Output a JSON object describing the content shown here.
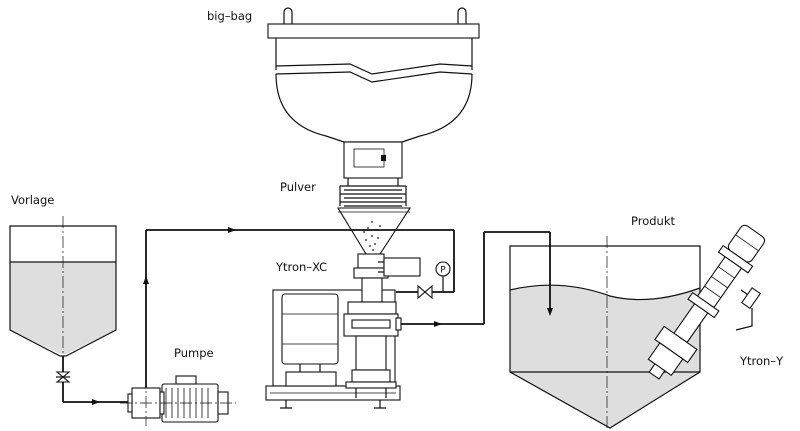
{
  "labels": {
    "big_bag": "big–bag",
    "pulver": "Pulver",
    "vorlage": "Vorlage",
    "ytron_xc": "Ytron–XC",
    "produkt": "Produkt",
    "pumpe": "Pumpe",
    "ytron_y": "Ytron–Y",
    "pressure_gauge": "P"
  }
}
